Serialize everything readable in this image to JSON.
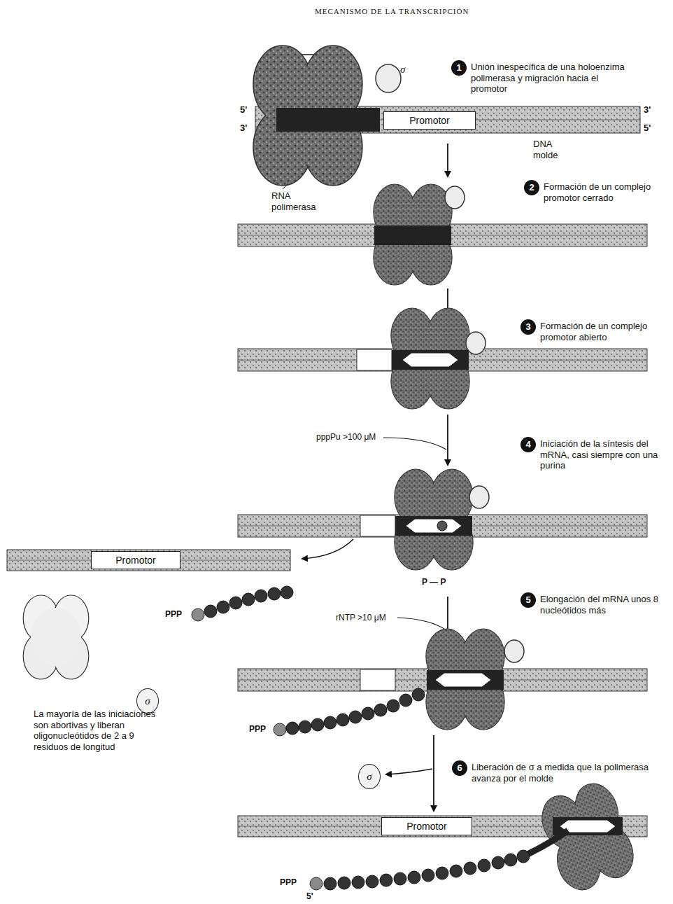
{
  "diagram": {
    "title": "MECANISMO DE LA TRANSCRIPCIÓN",
    "nodes": [
      {
        "text": [
          "Promotor"
        ]
      },
      {
        "text": [
          "1",
          "Unión inespecífica de una holoenzima polimerasa y migración hacia el promotor"
        ]
      },
      {
        "text": [
          "2",
          "Formación de un complejo promotor cerrado"
        ]
      },
      {
        "text": [
          "3",
          "Formación de un complejo promotor abierto"
        ]
      },
      {
        "text": [
          "4",
          "Iniciación de la síntesis del mRNA, casi siempre con una purina"
        ]
      },
      {
        "text": [
          "Promotor"
        ]
      },
      {
        "text": [
          "σ"
        ]
      },
      {
        "text": [
          "5",
          "Elongación del mRNA unos 8 nucleótidos más"
        ]
      },
      {
        "text": [
          "σ"
        ]
      },
      {
        "text": [
          "6",
          "Liberación de σ a medida que la polimerasa avanza por el molde"
        ]
      },
      {
        "text": [
          "Promotor"
        ]
      }
    ],
    "labels": [
      "σ",
      "5'",
      "3'",
      "3'",
      "5'",
      "DNA molde",
      "RNA polimerasa",
      "pppPu >100 μM",
      "P — P",
      "rNTP >10 μM",
      "PPP",
      "La mayoría de las iniciaciones son abortivas y liberan oligonucleótidos de 2 a 9 residuos de longitud",
      "PPP",
      "PPP",
      "5'"
    ]
  }
}
